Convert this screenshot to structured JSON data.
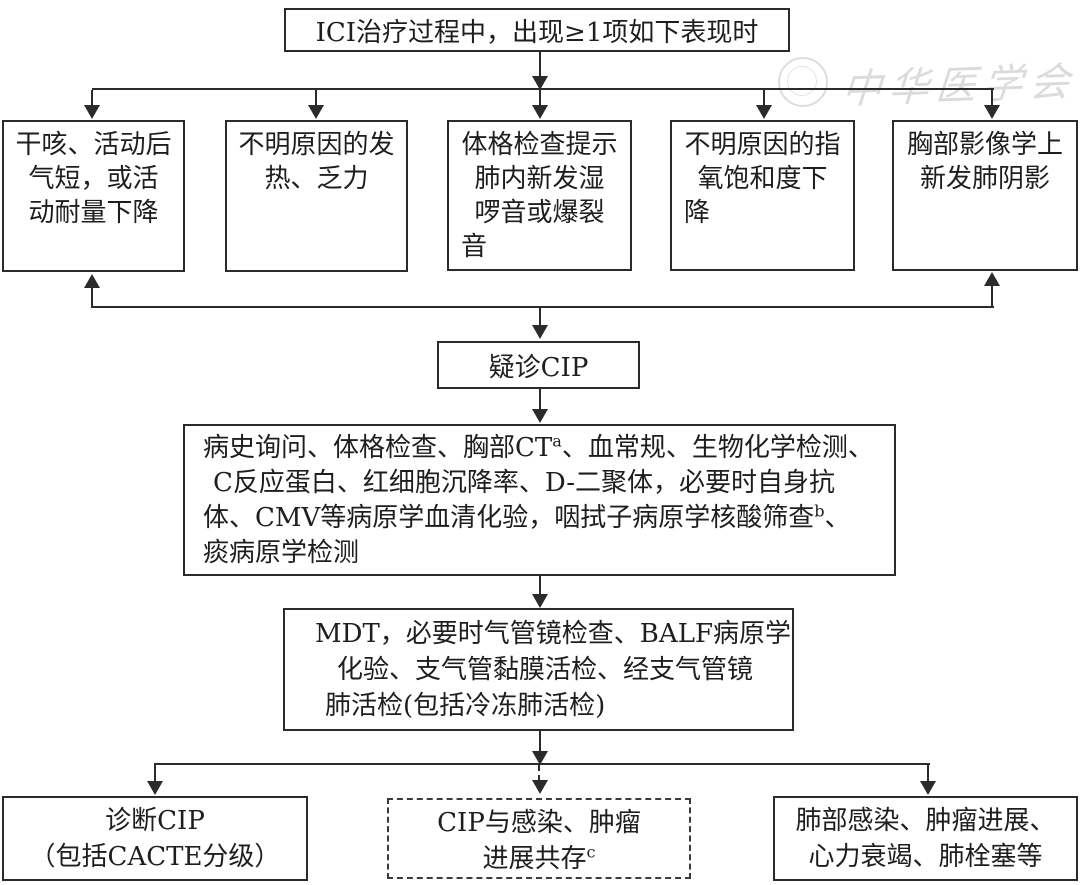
{
  "colors": {
    "line": "#2b2b2b",
    "text": "#1e1e1e",
    "watermark": "#b0b0b0",
    "background": "#ffffff"
  },
  "watermark": {
    "text": "中华医学会"
  },
  "flow": {
    "start": "ICI治疗过程中，出现≥1项如下表现时",
    "symptoms": [
      {
        "lines": [
          "干咳、活动后",
          "气短，或活",
          "动耐量下降"
        ]
      },
      {
        "lines": [
          "不明原因的发",
          "热、乏力"
        ]
      },
      {
        "lines": [
          "体格检查提示",
          "肺内新发湿",
          "啰音或爆裂",
          "音"
        ]
      },
      {
        "lines": [
          "不明原因的指",
          "氧饱和度下",
          "降"
        ]
      },
      {
        "lines": [
          "胸部影像学上",
          "新发肺阴影"
        ]
      }
    ],
    "suspected": "疑诊CIP",
    "workup": {
      "l1a": "病史询问、体格检查、胸部CT",
      "l1sup": "a",
      "l1b": "、血常规、生物化学检测、",
      "l2": "C反应蛋白、红细胞沉降率、D-二聚体，必要时自身抗",
      "l3a": "体、CMV等病原学血清化验，咽拭子病原学核酸筛查",
      "l3sup": "b",
      "l3b": "、",
      "l4": "痰病原学检测"
    },
    "mdt": {
      "lines": [
        "MDT，必要时气管镜检查、BALF病原学",
        "化验、支气管黏膜活检、经支气管镜",
        "肺活检(包括冷冻肺活检)"
      ]
    },
    "outcomes": {
      "cip": {
        "lines": [
          "诊断CIP",
          "（包括CACTE分级）"
        ]
      },
      "coexist": {
        "l1": "CIP与感染、肿瘤",
        "l2": "进展共存",
        "l2sup": "c"
      },
      "other": {
        "lines": [
          "肺部感染、肿瘤进展、",
          "心力衰竭、肺栓塞等"
        ]
      }
    }
  }
}
